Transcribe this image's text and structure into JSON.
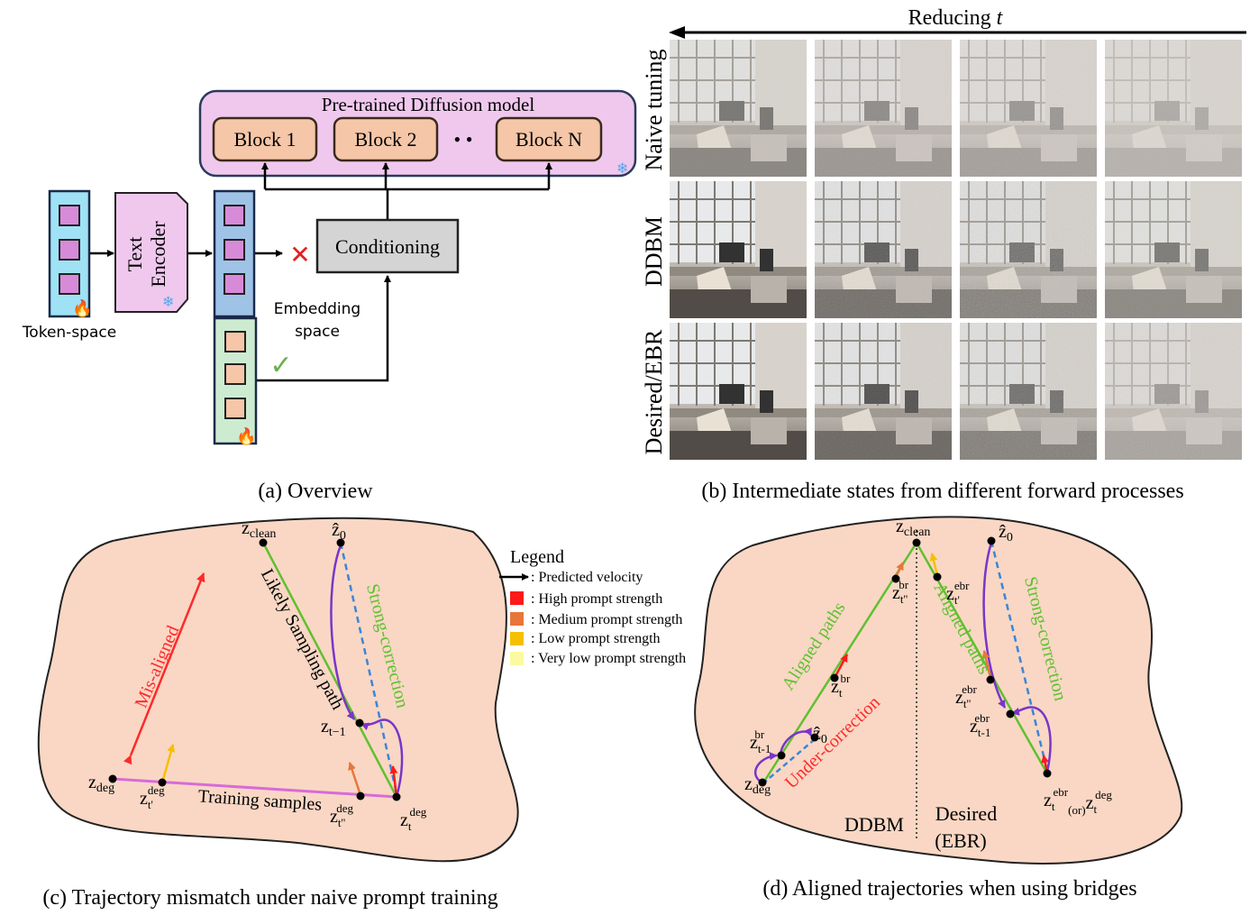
{
  "panel_a": {
    "caption": "(a) Overview",
    "diffusion_title": "Pre-trained Diffusion model",
    "blocks": [
      "Block 1",
      "Block 2",
      "Block N"
    ],
    "ellipsis": "• •",
    "text_encoder": [
      "Text",
      "Encoder"
    ],
    "conditioning": "Conditioning",
    "token_space": "Token-space",
    "embedding_space": [
      "Embedding",
      "space"
    ],
    "reject_mark": "✕",
    "accept_mark": "✓",
    "frozen_icon": "❄",
    "trainable_icon": "🔥",
    "colors": {
      "diffusion_fill": "#f0c8ee",
      "block_fill": "#f5c6a8",
      "token_fill": "#9fe2f5",
      "embed_fill": "#9fc3e6",
      "green_fill": "#cdebd0",
      "cond_fill": "#d4d4d4",
      "reject": "#e02020",
      "accept": "#6ab04c"
    }
  },
  "panel_b": {
    "caption": "(b) Intermediate states from different forward processes",
    "axis_label_prefix": "Reducing ",
    "axis_label_var": "t",
    "rows": [
      "Naive tuning",
      "DDBM",
      "Desired/EBR"
    ]
  },
  "panel_c": {
    "caption": "(c) Trajectory mismatch under naive prompt training",
    "mis_aligned": "Mis-aligned",
    "likely_path": "Likely Sampling path",
    "strong_correction": "Strong-correction",
    "training_samples": "Training samples",
    "points": {
      "z_clean": {
        "base": "z",
        "sub": "clean"
      },
      "z_hat0": {
        "base": "ẑ",
        "sub": "0"
      },
      "z_tm1": {
        "base": "z",
        "sub": "t−1"
      },
      "z_deg": {
        "base": "z",
        "sub": "deg"
      },
      "z_tp": {
        "base": "z",
        "sub": "t'",
        "sup": "deg"
      },
      "z_tpp": {
        "base": "z",
        "sub": "t''",
        "sup": "deg"
      },
      "z_t": {
        "base": "z",
        "sub": "t",
        "sup": "deg"
      }
    }
  },
  "legend": {
    "title": "Legend",
    "items": [
      {
        "label": ": Predicted velocity",
        "color": "#000000"
      },
      {
        "label": ": High prompt strength",
        "color": "#ff1a1a"
      },
      {
        "label": ": Medium prompt strength",
        "color": "#e8763a"
      },
      {
        "label": ": Low prompt strength",
        "color": "#f5c000"
      },
      {
        "label": ": Very low prompt strength",
        "color": "#fafaa0"
      }
    ]
  },
  "panel_d": {
    "caption": "(d) Aligned trajectories when using bridges",
    "aligned_paths": "Aligned paths",
    "under_correction": "Under-correction",
    "strong_correction": "Strong-correction",
    "ddbm": "DDBM",
    "desired": [
      "Desired",
      "(EBR)"
    ],
    "points": {
      "z_clean": {
        "base": "z",
        "sub": "clean"
      },
      "z_hat0_right": {
        "base": "ẑ",
        "sub": "0"
      },
      "z_hat0_left": {
        "base": "ẑ",
        "sub": "0"
      },
      "br_tpp": {
        "base": "z",
        "sub": "t''",
        "sup": "br"
      },
      "br_t": {
        "base": "z",
        "sub": "t",
        "sup": "br"
      },
      "br_tm1": {
        "base": "z",
        "sub": "t-1",
        "sup": "br"
      },
      "z_deg": {
        "base": "z",
        "sub": "deg"
      },
      "ebr_tp": {
        "base": "z",
        "sub": "t'",
        "sup": "ebr"
      },
      "ebr_tpp": {
        "base": "z",
        "sub": "t''",
        "sup": "ebr"
      },
      "ebr_tm1": {
        "base": "z",
        "sub": "t-1",
        "sup": "ebr"
      },
      "ebr_t": {
        "base": "z",
        "sub": "t",
        "sup": "ebr"
      },
      "or_text": "(or)",
      "deg_t": {
        "base": "z",
        "sub": "t",
        "sup": "deg"
      }
    }
  }
}
